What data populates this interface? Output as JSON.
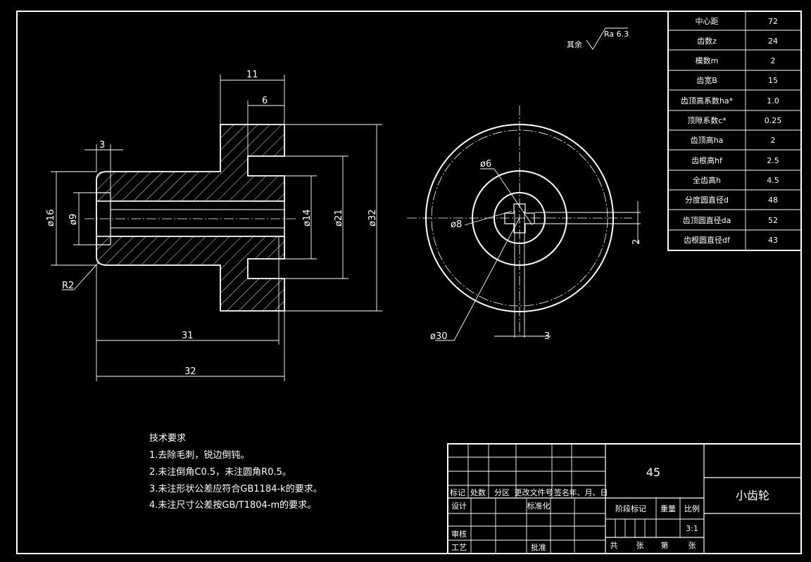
{
  "roughness": {
    "prefix": "其余",
    "value": "Ra 6.3"
  },
  "dims": {
    "d11": "11",
    "d6": "6",
    "d3": "3",
    "phi16": "ø16",
    "phi9": "ø9",
    "phi14": "ø14",
    "phi21": "ø21",
    "phi32": "ø32",
    "r2": "R2",
    "d31": "31",
    "d32": "32",
    "phi6": "ø6",
    "phi8": "ø8",
    "phi30": "ø30",
    "d3b": "3",
    "d2": "2"
  },
  "params": [
    {
      "name": "中心距",
      "value": "72"
    },
    {
      "name": "齿数z",
      "value": "24"
    },
    {
      "name": "模数m",
      "value": "2"
    },
    {
      "name": "齿宽B",
      "value": "15"
    },
    {
      "name": "齿顶高系数ha*",
      "value": "1.0"
    },
    {
      "name": "顶隙系数c*",
      "value": "0.25"
    },
    {
      "name": "齿顶高ha",
      "value": "2"
    },
    {
      "name": "齿根高hf",
      "value": "2.5"
    },
    {
      "name": "全齿高h",
      "value": "4.5"
    },
    {
      "name": "分度圆直径d",
      "value": "48"
    },
    {
      "name": "齿顶圆直径da",
      "value": "52"
    },
    {
      "name": "齿根圆直径df",
      "value": "43"
    }
  ],
  "notes": {
    "title": "技术要求",
    "items": [
      "1.去除毛刺，锐边倒钝。",
      "2.未注倒角C0.5，未注圆角R0.5。",
      "3.未注形状公差应符合GB1184-k的要求。",
      "4.未注尺寸公差按GB/T1804-m的要求。"
    ]
  },
  "titleblock": {
    "material": "45",
    "part_name": "小齿轮",
    "rev_headers": [
      "标记",
      "处数",
      "分区",
      "更改文件号",
      "签名",
      "年、月、日"
    ],
    "design": "设计",
    "standardize": "标准化",
    "review": "审核",
    "process": "工艺",
    "approve": "批准",
    "stage_mark": "阶段标记",
    "weight": "重量",
    "scale_label": "比例",
    "scale_value": "3:1",
    "total": "共",
    "sheets": "张",
    "nth": "第",
    "sheet2": "张"
  }
}
